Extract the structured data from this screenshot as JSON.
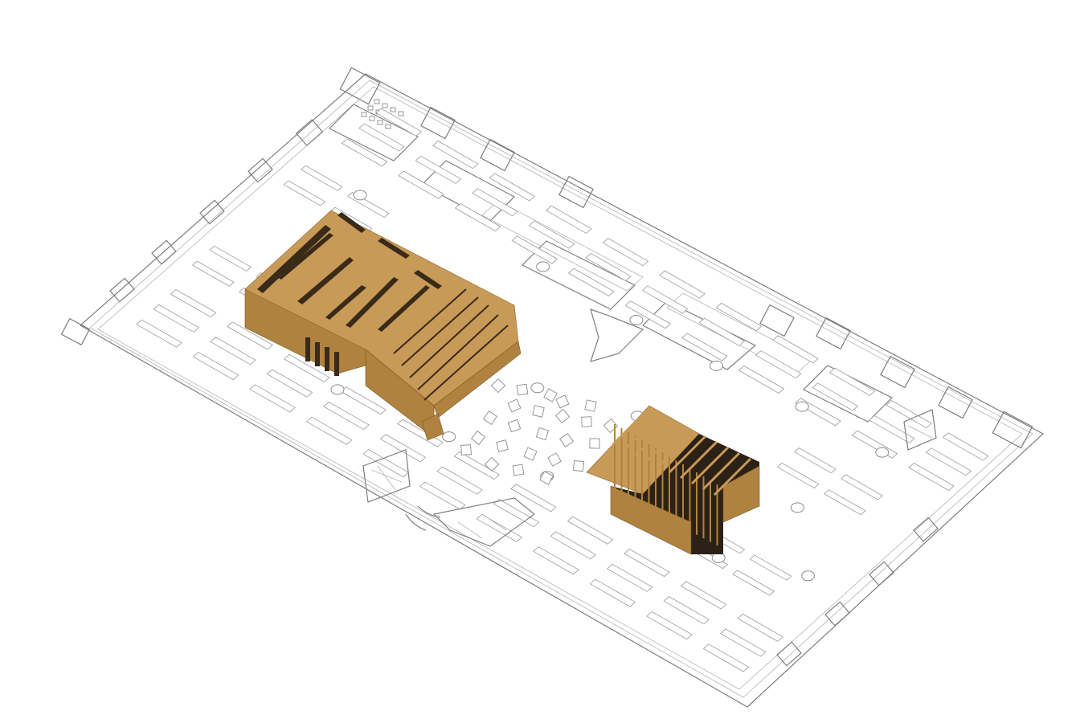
{
  "drawing": {
    "type": "isometric floor plan",
    "elements": [
      "building-outline",
      "bookshelf-rows",
      "columns",
      "reading-tables",
      "wooden-amphitheater",
      "wooden-slat-pavilion",
      "stair-core",
      "entrance"
    ]
  },
  "colors": {
    "wood_light": "#c89a58",
    "wood_mid": "#b0823f",
    "wood_dark": "#3a2a18",
    "line": "#7d7d7d",
    "background": "#ffffff"
  }
}
